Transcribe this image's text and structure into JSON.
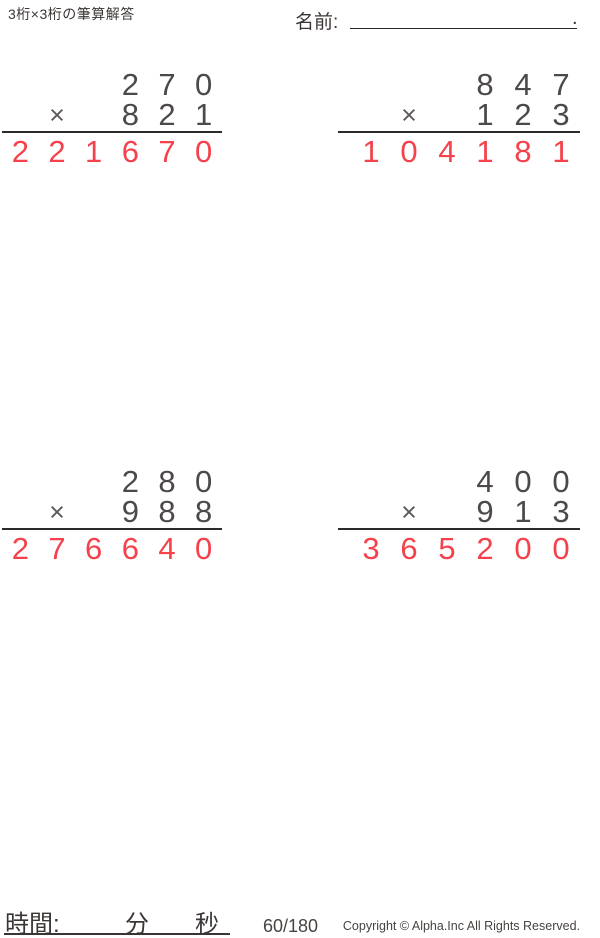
{
  "title": "3桁×3桁の筆算解答",
  "name_field": {
    "label": "名前:",
    "period": "."
  },
  "problems": [
    {
      "m1": [
        "2",
        "7",
        "0"
      ],
      "op": "×",
      "m2": [
        "8",
        "2",
        "1"
      ],
      "ans": [
        "2",
        "2",
        "1",
        "6",
        "7",
        "0"
      ]
    },
    {
      "m1": [
        "8",
        "4",
        "7"
      ],
      "op": "×",
      "m2": [
        "1",
        "2",
        "3"
      ],
      "ans": [
        "1",
        "0",
        "4",
        "1",
        "8",
        "1"
      ]
    },
    {
      "m1": [
        "2",
        "8",
        "0"
      ],
      "op": "×",
      "m2": [
        "9",
        "8",
        "8"
      ],
      "ans": [
        "2",
        "7",
        "6",
        "6",
        "4",
        "0"
      ]
    },
    {
      "m1": [
        "4",
        "0",
        "0"
      ],
      "op": "×",
      "m2": [
        "9",
        "1",
        "3"
      ],
      "ans": [
        "3",
        "6",
        "5",
        "2",
        "0",
        "0"
      ]
    }
  ],
  "footer": {
    "time_label": "時間:",
    "minutes_label": "分",
    "seconds_label": "秒",
    "page": "60/180",
    "copyright": "Copyright © Alpha.Inc All Rights Reserved."
  },
  "colors": {
    "answer_red": "#f4414b",
    "ink": "#3b3634",
    "digit": "#4c4948",
    "op": "#5f5b59",
    "rule": "#2e2a28"
  }
}
